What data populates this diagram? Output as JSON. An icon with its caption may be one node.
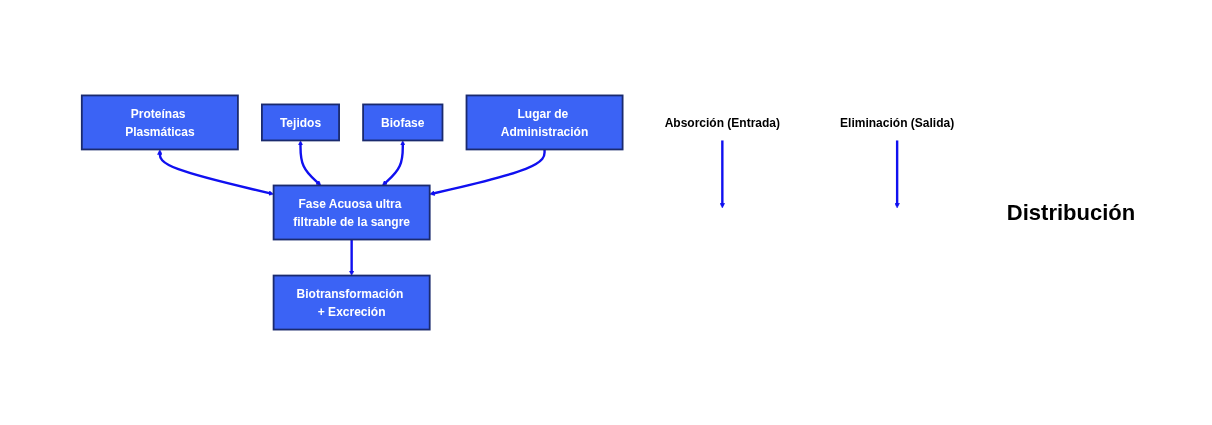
{
  "diagram": {
    "nodes": [
      {
        "text": [
          "Proteínas Plasmáticas"
        ]
      },
      {
        "text": [
          "Tejidos"
        ]
      },
      {
        "text": [
          "Biofase"
        ]
      },
      {
        "text": [
          "Lugar de Administración"
        ]
      },
      {
        "text": [
          "Fase Acuosa ultra filtrable de la sangre"
        ]
      },
      {
        "text": [
          "Biotransformación + Excreción"
        ]
      },
      {
        "text": [
          "Absorción (Entrada)"
        ]
      },
      {
        "text": [
          "Eliminación (Salida)"
        ]
      }
    ],
    "edges": [
      {
        "from": 0,
        "to": 4,
        "arrow": "both"
      },
      {
        "from": 1,
        "to": 4,
        "arrow": "both"
      },
      {
        "from": 2,
        "to": 4,
        "arrow": "both"
      },
      {
        "from": 3,
        "to": 4,
        "arrow": "to"
      },
      {
        "from": 4,
        "to": 5,
        "arrow": "to"
      },
      {
        "from": 6,
        "to": null,
        "arrow": "to"
      },
      {
        "from": 7,
        "to": null,
        "arrow": "to"
      }
    ],
    "labels": [
      "Distribución"
    ]
  }
}
